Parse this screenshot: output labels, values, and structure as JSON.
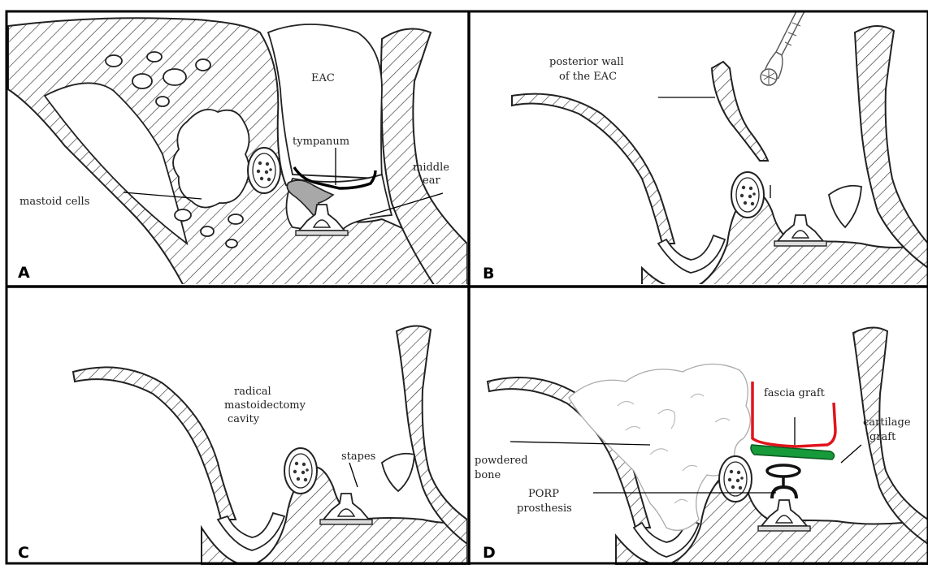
{
  "panels": [
    {
      "letter": "A",
      "labels": {
        "eac": "EAC",
        "tympanum": "tympanum",
        "middle_ear_1": "middle",
        "middle_ear_2": "ear",
        "mastoid_cells": "mastoid cells"
      }
    },
    {
      "letter": "B",
      "labels": {
        "posterior_wall_1": "posterior wall",
        "posterior_wall_2": "of the EAC"
      }
    },
    {
      "letter": "C",
      "labels": {
        "cavity_1": "radical",
        "cavity_2": "mastoidectomy",
        "cavity_3": "cavity",
        "stapes": "stapes"
      }
    },
    {
      "letter": "D",
      "labels": {
        "fascia_graft": "fascia graft",
        "cartilage_graft_1": "cartilage",
        "cartilage_graft_2": "graft",
        "powdered_bone_1": "powdered",
        "powdered_bone_2": "bone",
        "porp_1": "PORP",
        "porp_2": "prosthesis"
      }
    }
  ],
  "colors": {
    "border": "#000000",
    "fascia_graft": "#e0141b",
    "cartilage_graft": "#169a3a",
    "prosthesis": "#111111",
    "tympanum": "#000000",
    "ossicle_fill": "#a8a8a8"
  }
}
